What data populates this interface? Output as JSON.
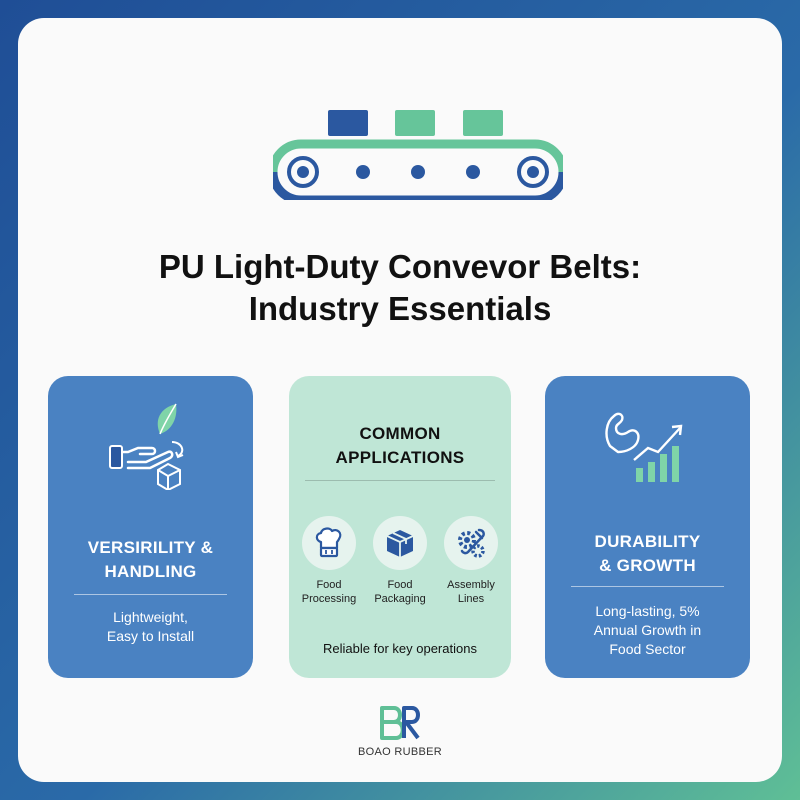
{
  "title": {
    "line1": "PU Light-Duty Convevor Belts:",
    "line2": "Industry Essentials"
  },
  "hero": {
    "icon": "conveyor-belt-icon"
  },
  "cards": [
    {
      "icon": "hand-leaf-box-icon",
      "heading": {
        "line1": "VERSIRILITY &",
        "line2": "HANDLING"
      },
      "desc": {
        "line1": "Lightweight,",
        "line2": "Easy to Install"
      }
    },
    {
      "heading": {
        "line1": "COMMON",
        "line2": "APPLICATIONS"
      },
      "apps": [
        {
          "icon": "chef-hat-icon",
          "label": {
            "line1": "Food",
            "line2": "Processing"
          }
        },
        {
          "icon": "package-icon",
          "label": {
            "line1": "Food",
            "line2": "Packaging"
          }
        },
        {
          "icon": "gears-wrench-icon",
          "label": {
            "line1": "Assembly",
            "line2": "Lines"
          }
        }
      ],
      "footer": "Reliable for key operations"
    },
    {
      "icon": "strength-growth-icon",
      "heading": {
        "line1": "DURABILITY",
        "line2": "& GROWTH"
      },
      "desc": {
        "line1": "Long-lasting, 5%",
        "line2": "Annual Growth in",
        "line3": "Food Sector"
      }
    }
  ],
  "brand": {
    "mark": "BR",
    "name": "BOAO RUBBER"
  },
  "colors": {
    "navy": "#1f4e96",
    "blue_card": "#4a82c2",
    "mint_card": "#bfe6d6",
    "green": "#5fbf96"
  }
}
